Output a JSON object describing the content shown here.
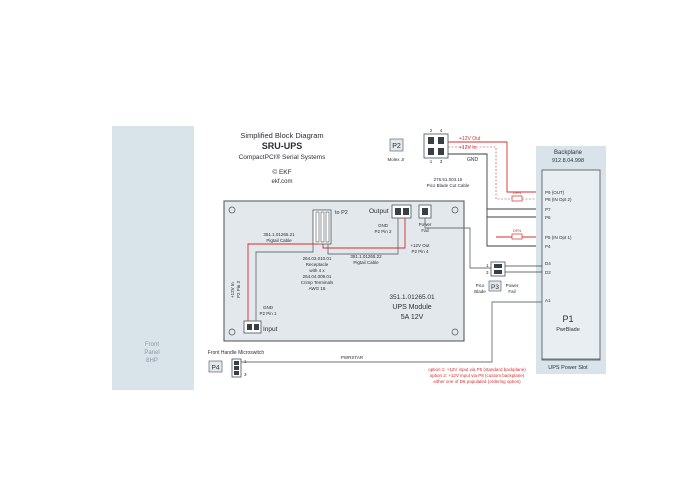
{
  "header": {
    "title": "Simplified Block Diagram",
    "product": "SRU-UPS",
    "subtitle": "CompactPCI® Serial Systems",
    "copyright": "© EKF",
    "website": "ekf.com"
  },
  "front_panel": {
    "line1": "Front",
    "line2": "Panel",
    "line3": "8HP"
  },
  "p2_connector": {
    "label": "P2",
    "part": "Molex Jr",
    "pins": [
      "2",
      "4",
      "1",
      "3"
    ],
    "plus12v_out": "+12V Out",
    "plus12v_in": "+12V In",
    "gnd": "GND"
  },
  "ups_module": {
    "to_p2": "to P2",
    "output_label": "Output",
    "gnd_note_line1": "GND",
    "gnd_note_line2": "P2 Pin 2",
    "power_fail_line1": "Power",
    "power_fail_line2": "Fail",
    "out12v_line1": "+12V Out",
    "out12v_line2": "P2 Pin 4",
    "pigtail1_line1": "351.1.01265.21",
    "pigtail1_line2": "Pigtail Cable",
    "receptacle_lines": [
      "264.03.010.01",
      "Receptacle",
      "with 4 x",
      "264.04.009.01",
      "Crimp Terminals",
      "AWG 18"
    ],
    "pigtail2_line1": "351.1.01265.22",
    "pigtail2_line2": "Pigtail Cable",
    "input_label": "Input",
    "input_gnd_line1": "GND",
    "input_gnd_line2": "P2 Pin 1",
    "input_12v_line1": "+12V In",
    "input_12v_line2": "P2 Pin 3",
    "model_number": "351.1.01265.01",
    "model_name": "UPS Module",
    "model_rating": "5A 12V"
  },
  "cable": {
    "line1": "276.51.003.15",
    "line2": "Pico Blade Cut Cable"
  },
  "p3_connector": {
    "label": "P3",
    "pin1": "1",
    "pin3": "3",
    "pico_line1": "Pico",
    "pico_line2": "Blade",
    "pf_line1": "Power",
    "pf_line2": "Fail"
  },
  "backplane": {
    "title": "Backplane",
    "part": "912.8.04.998"
  },
  "p1": {
    "pins": [
      "P9 (OUT)",
      "P8 (IN Opt 2)",
      "P7",
      "P6",
      "P5 (IN Opt 1)",
      "P4",
      "D4",
      "D2",
      "A1"
    ],
    "label": "P1",
    "name": "PwrBlade",
    "slot": "UPS Power Slot",
    "dfn_label": "DFN",
    "rn_label": "Ri"
  },
  "p4_connector": {
    "label": "P4",
    "title": "Front Handle Microswitch",
    "pin1": "1",
    "pin3": "3",
    "signal": "PWRSTAR"
  },
  "notes": {
    "line1": "option 1: +12V input via P5 (standard backplane)",
    "line2": "option 2: +12V input via P8 (custom backplane)",
    "line3": "either one of D6 populated (ordering option)"
  },
  "colors": {
    "red": "#d62e2e",
    "dark": "#3a3f45",
    "panel": "#d9e4ea",
    "box": "#e2e8ec",
    "border": "#4a5157"
  }
}
